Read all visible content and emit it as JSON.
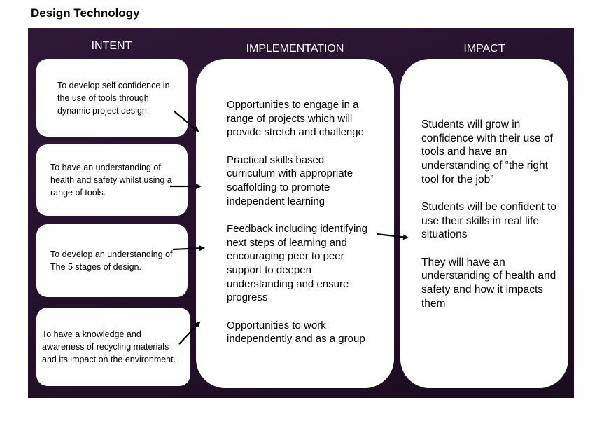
{
  "title": "Design Technology",
  "columns": {
    "intent": "INTENT",
    "implementation": "IMPLEMENTATION",
    "impact": "IMPACT"
  },
  "intent_items": [
    "To develop self confidence in the use of tools through dynamic project design.",
    "To have an understanding of health and safety whilst using a range of tools.",
    "To develop an understanding of The 5 stages of design.",
    "To have a knowledge and awareness of recycling materials and its impact on the environment."
  ],
  "implementation_items": [
    "Opportunities to engage in a range of projects which will provide stretch and challenge",
    "Practical skills based curriculum with appropriate scaffolding to promote independent learning",
    "Feedback including identifying next steps of learning and encouraging  peer to peer support to deepen understanding and ensure progress",
    "Opportunities to work independently and as a group"
  ],
  "impact_items": [
    "Students will grow in confidence with their use of tools and have an understanding of “the right tool for the job”",
    "Students will be confident to use their skills in real life situations",
    "They will have an understanding of health and safety and how it impacts them"
  ],
  "colors": {
    "panel_background": "#2a1530",
    "box_background": "#ffffff",
    "arrow": "#000000"
  }
}
